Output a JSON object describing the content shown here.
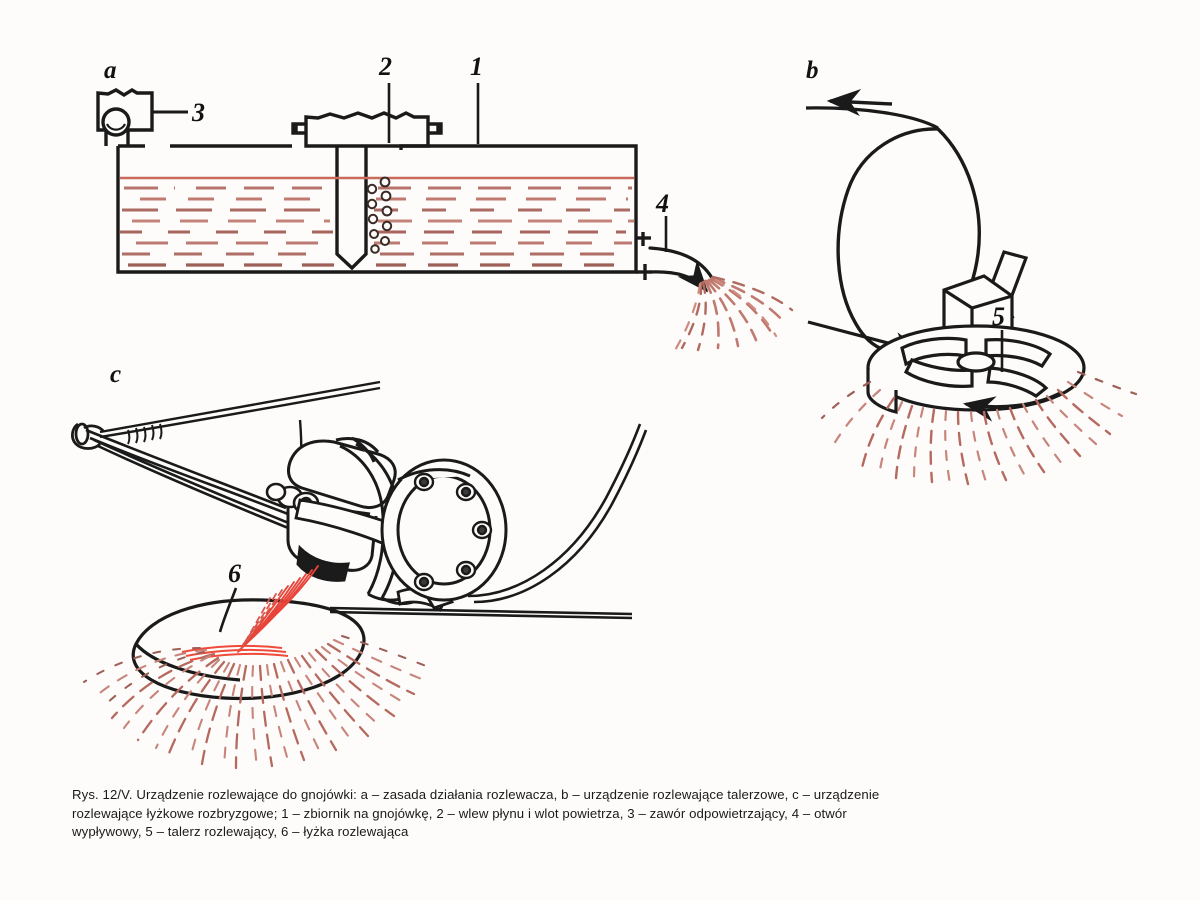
{
  "figure": {
    "kind": "technical-line-drawing",
    "title_number": "Rys. 12/V.",
    "panels": [
      {
        "id": "a",
        "label": "a",
        "name": "principle-of-spreader-operation"
      },
      {
        "id": "b",
        "label": "b",
        "name": "disc-type-spreading-device"
      },
      {
        "id": "c",
        "label": "c",
        "name": "spoon-splash-spreading-device"
      }
    ],
    "callouts": [
      {
        "num": "1",
        "panel": "a",
        "meaning": "zbiornik na gnojówkę"
      },
      {
        "num": "2",
        "panel": "a",
        "meaning": "wlew płynu i wlot powietrza"
      },
      {
        "num": "3",
        "panel": "a",
        "meaning": "zawór odpowietrzający"
      },
      {
        "num": "4",
        "panel": "a",
        "meaning": "otwór wypływowy"
      },
      {
        "num": "5",
        "panel": "b",
        "meaning": "talerz rozlewający"
      },
      {
        "num": "6",
        "panel": "c",
        "meaning": "łyżka rozlewająca"
      }
    ],
    "colors": {
      "ink": "#1a1a1a",
      "liquid": "#c4756b",
      "liquid_dark": "#8c5a54",
      "spray": "#b5695f",
      "spray_bright": "#e8443a",
      "paper": "#fdfcfa"
    }
  },
  "caption": {
    "line1": "Rys. 12/V. Urządzenie rozlewające do gnojówki: a – zasada działania rozlewacza, b – urządzenie rozlewające talerzowe, c – urządzenie",
    "line2": "rozlewające łyżkowe rozbryzgowe; 1 – zbiornik na gnojówkę, 2 – wlew płynu i wlot powietrza, 3 – zawór odpowietrzający, 4 – otwór",
    "line3": "wypływowy, 5 – talerz rozlewający, 6 – łyżka rozlewająca"
  },
  "labels": {
    "panel_a": "a",
    "panel_b": "b",
    "panel_c": "c",
    "n1": "1",
    "n2": "2",
    "n3": "3",
    "n4": "4",
    "n5": "5",
    "n6": "6"
  }
}
